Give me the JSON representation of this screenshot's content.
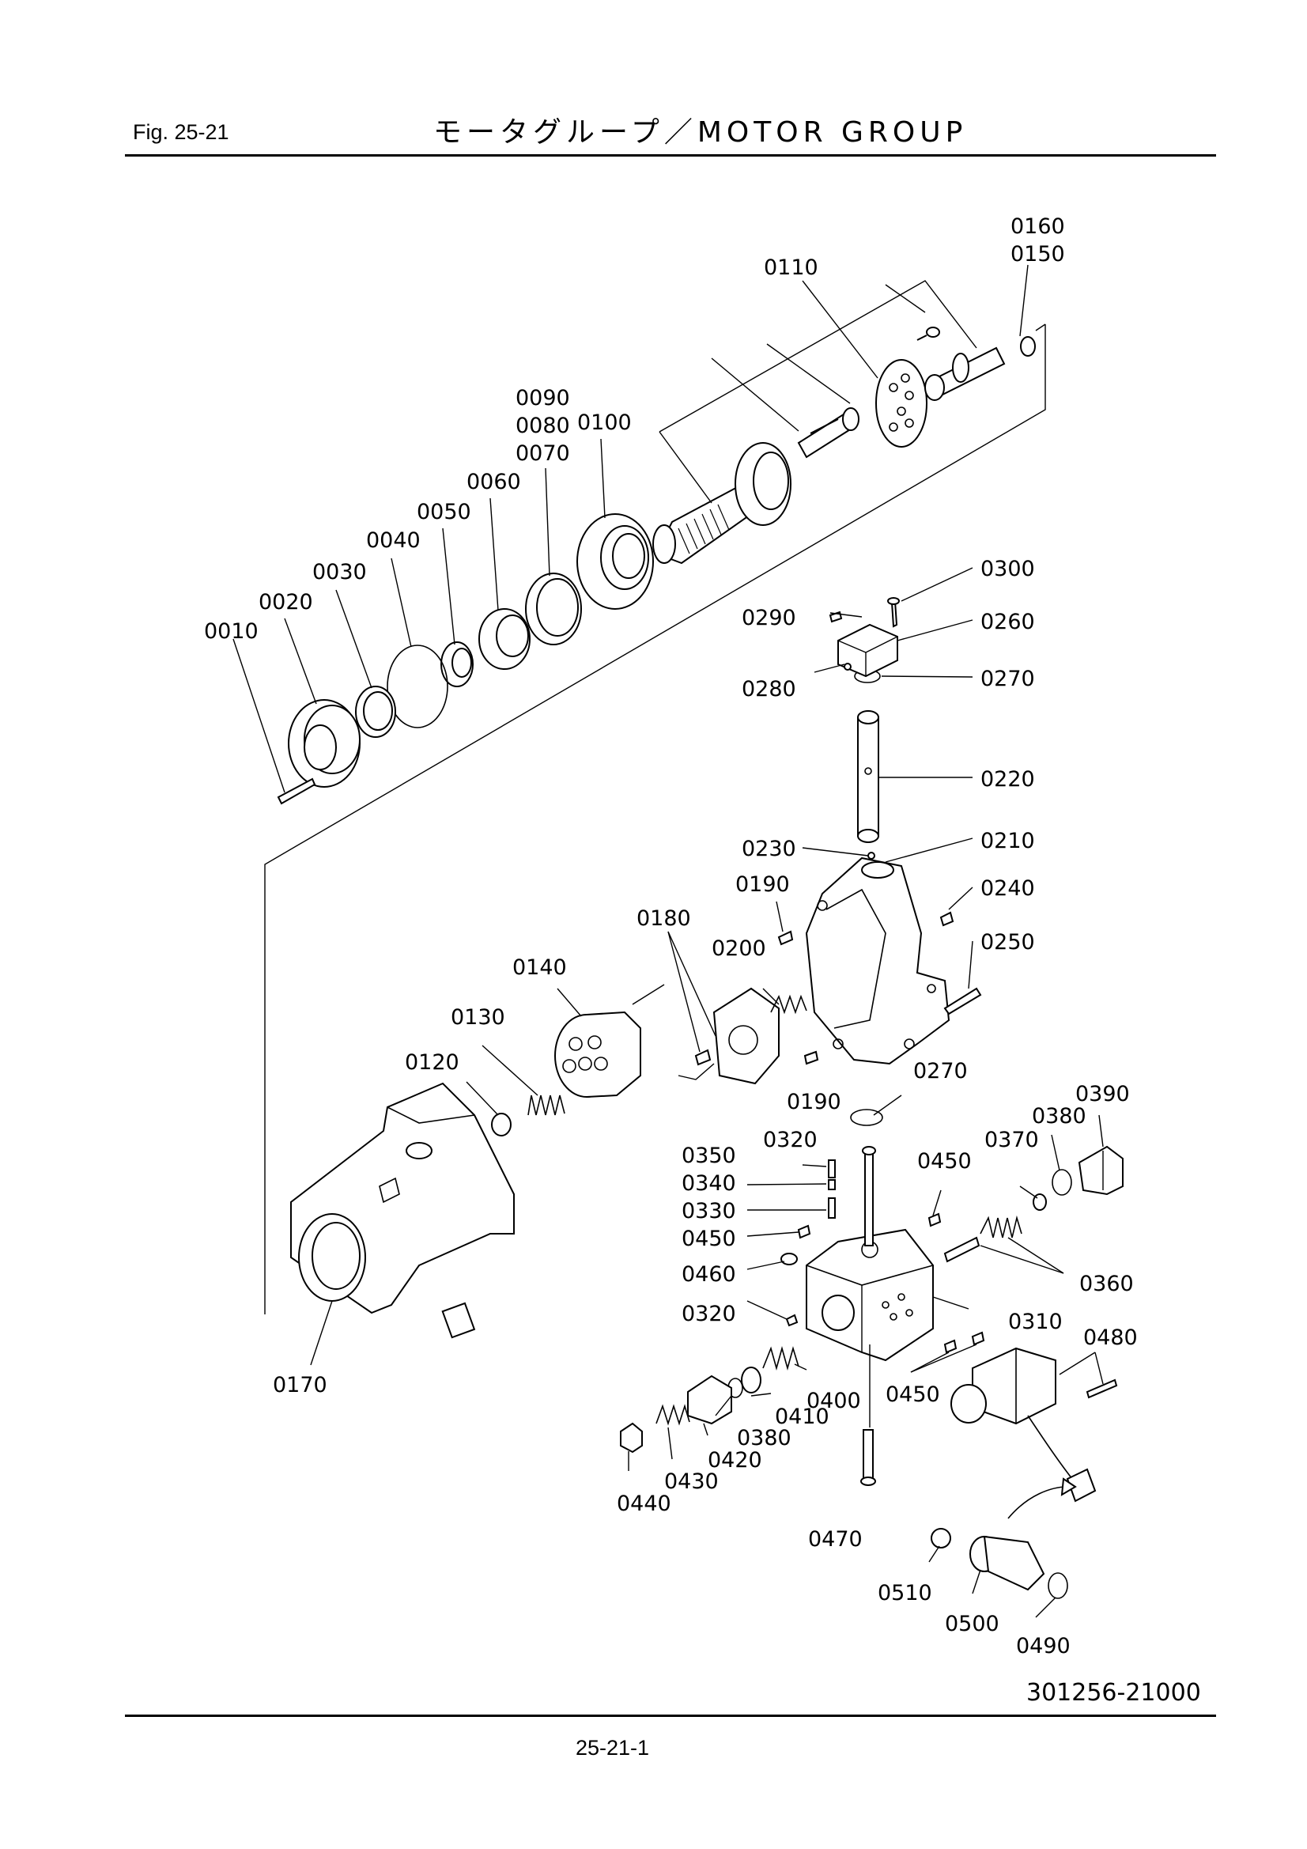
{
  "header": {
    "fig": "Fig.  25-21",
    "title": "モータグループ／MOTOR GROUP"
  },
  "callouts": [
    {
      "id": "c0010",
      "no": "0010"
    },
    {
      "id": "c0020",
      "no": "0020"
    },
    {
      "id": "c0030",
      "no": "0030"
    },
    {
      "id": "c0040",
      "no": "0040"
    },
    {
      "id": "c0050",
      "no": "0050"
    },
    {
      "id": "c0060",
      "no": "0060"
    },
    {
      "id": "c0070",
      "no": "0070"
    },
    {
      "id": "c0080",
      "no": "0080"
    },
    {
      "id": "c0090",
      "no": "0090"
    },
    {
      "id": "c0100",
      "no": "0100"
    },
    {
      "id": "c0110",
      "no": "0110"
    },
    {
      "id": "c0150",
      "no": "0150"
    },
    {
      "id": "c0160",
      "no": "0160"
    },
    {
      "id": "c0120",
      "no": "0120"
    },
    {
      "id": "c0130",
      "no": "0130"
    },
    {
      "id": "c0140",
      "no": "0140"
    },
    {
      "id": "c0170",
      "no": "0170"
    },
    {
      "id": "c0180",
      "no": "0180"
    },
    {
      "id": "c0190a",
      "no": "0190"
    },
    {
      "id": "c0190b",
      "no": "0190"
    },
    {
      "id": "c0200",
      "no": "0200"
    },
    {
      "id": "c0210",
      "no": "0210"
    },
    {
      "id": "c0220",
      "no": "0220"
    },
    {
      "id": "c0230",
      "no": "0230"
    },
    {
      "id": "c0240",
      "no": "0240"
    },
    {
      "id": "c0250",
      "no": "0250"
    },
    {
      "id": "c0260",
      "no": "0260"
    },
    {
      "id": "c0270a",
      "no": "0270"
    },
    {
      "id": "c0270b",
      "no": "0270"
    },
    {
      "id": "c0280",
      "no": "0280"
    },
    {
      "id": "c0290",
      "no": "0290"
    },
    {
      "id": "c0300",
      "no": "0300"
    },
    {
      "id": "c0310",
      "no": "0310"
    },
    {
      "id": "c0320a",
      "no": "0320"
    },
    {
      "id": "c0320b",
      "no": "0320"
    },
    {
      "id": "c0330",
      "no": "0330"
    },
    {
      "id": "c0340",
      "no": "0340"
    },
    {
      "id": "c0350",
      "no": "0350"
    },
    {
      "id": "c0360",
      "no": "0360"
    },
    {
      "id": "c0370",
      "no": "0370"
    },
    {
      "id": "c0380a",
      "no": "0380"
    },
    {
      "id": "c0380b",
      "no": "0380"
    },
    {
      "id": "c0390",
      "no": "0390"
    },
    {
      "id": "c0400",
      "no": "0400"
    },
    {
      "id": "c0410",
      "no": "0410"
    },
    {
      "id": "c0420",
      "no": "0420"
    },
    {
      "id": "c0430",
      "no": "0430"
    },
    {
      "id": "c0440",
      "no": "0440"
    },
    {
      "id": "c0450a",
      "no": "0450"
    },
    {
      "id": "c0450b",
      "no": "0450"
    },
    {
      "id": "c0450c",
      "no": "0450"
    },
    {
      "id": "c0460",
      "no": "0460"
    },
    {
      "id": "c0470",
      "no": "0470"
    },
    {
      "id": "c0480",
      "no": "0480"
    },
    {
      "id": "c0490",
      "no": "0490"
    },
    {
      "id": "c0500",
      "no": "0500"
    },
    {
      "id": "c0510",
      "no": "0510"
    }
  ],
  "drawing_number": "301256-21000",
  "page_number": "25-21-1"
}
